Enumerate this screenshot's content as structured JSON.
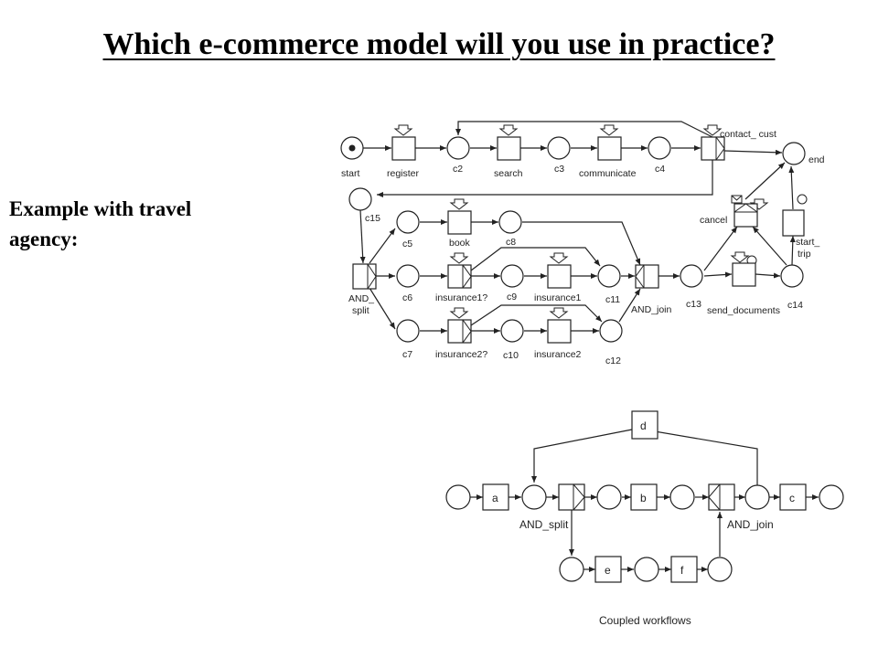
{
  "slide": {
    "title": "Which e-commerce model will you use in practice?",
    "side_text_line1": "Example with travel",
    "side_text_line2": "agency:"
  },
  "travel_net": {
    "labels": {
      "start": "start",
      "register": "register",
      "c2": "c2",
      "search": "search",
      "c3": "c3",
      "communicate": "communicate",
      "c4": "c4",
      "contact_cust": "contact_ cust",
      "end": "end",
      "c15": "c15",
      "c5": "c5",
      "book": "book",
      "c8": "c8",
      "cancel": "cancel",
      "start_trip_1": "start_",
      "start_trip_2": "trip",
      "and_split_1": "AND_",
      "and_split_2": "split",
      "c6": "c6",
      "insurance1q": "insurance1?",
      "c9": "c9",
      "insurance1": "insurance1",
      "c11": "c11",
      "and_join": "AND_join",
      "c13": "c13",
      "send_documents": "send_documents",
      "c14": "c14",
      "c7": "c7",
      "insurance2q": "insurance2?",
      "c10": "c10",
      "insurance2": "insurance2",
      "c12": "c12"
    }
  },
  "coupled_net": {
    "labels": {
      "d": "d",
      "a": "a",
      "b": "b",
      "c": "c",
      "e": "e",
      "f": "f",
      "and_split": "AND_split",
      "and_join": "AND_join",
      "caption": "Coupled workflows"
    }
  },
  "colors": {
    "ink": "#222222",
    "background": "#ffffff"
  }
}
